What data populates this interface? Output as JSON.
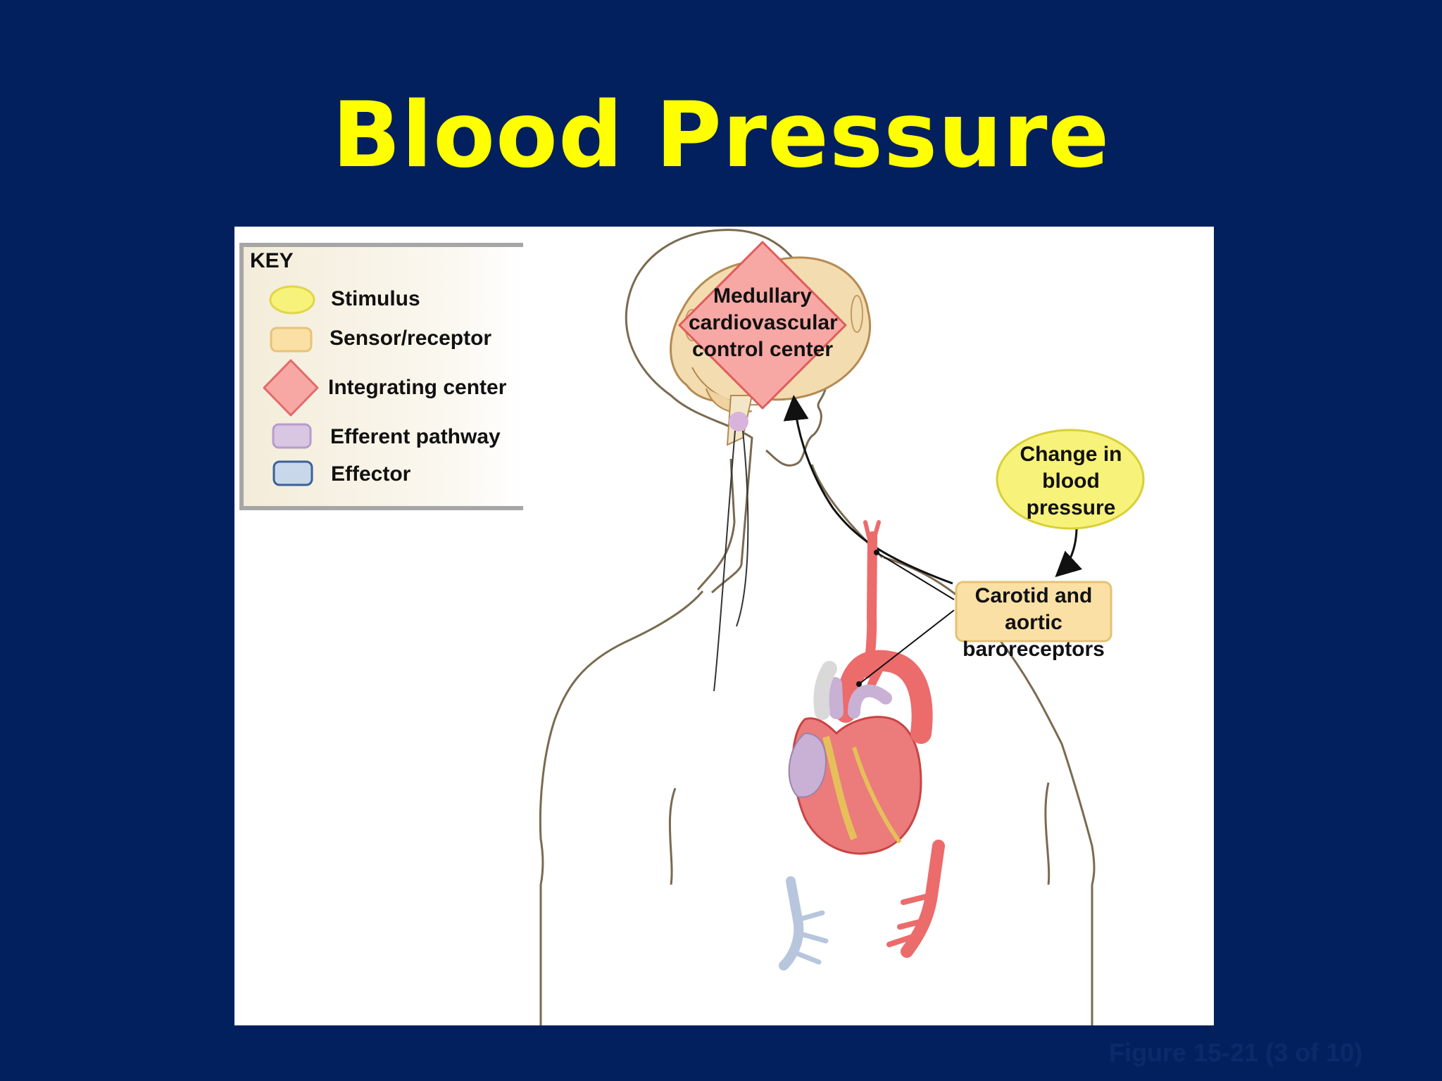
{
  "title": "Blood Pressure",
  "key": {
    "heading": "KEY",
    "items": [
      {
        "label": "Stimulus",
        "color": "#f7f27a"
      },
      {
        "label": "Sensor/receptor",
        "color": "#fbe0a6"
      },
      {
        "label": "Integrating center",
        "color": "#f7a8a4"
      },
      {
        "label": "Efferent pathway",
        "color": "#d8c6e2"
      },
      {
        "label": "Effector",
        "color": "#c8d8ea"
      }
    ]
  },
  "diagram": {
    "integrating_center": "Medullary cardiovascular control center",
    "stimulus": "Change in blood pressure",
    "sensor": "Carotid and aortic baroreceptors"
  },
  "caption": "Figure 15-21 (3 of 10)",
  "colors": {
    "background": "#03205e",
    "title": "#ffff00",
    "stimulus": "#f7f27a",
    "sensor": "#fbe0a6",
    "integrating": "#f7a8a4",
    "efferent": "#d8c6e2",
    "effector": "#c8d8ea",
    "artery": "#ec6b6b",
    "vein": "#b7c6dc"
  }
}
